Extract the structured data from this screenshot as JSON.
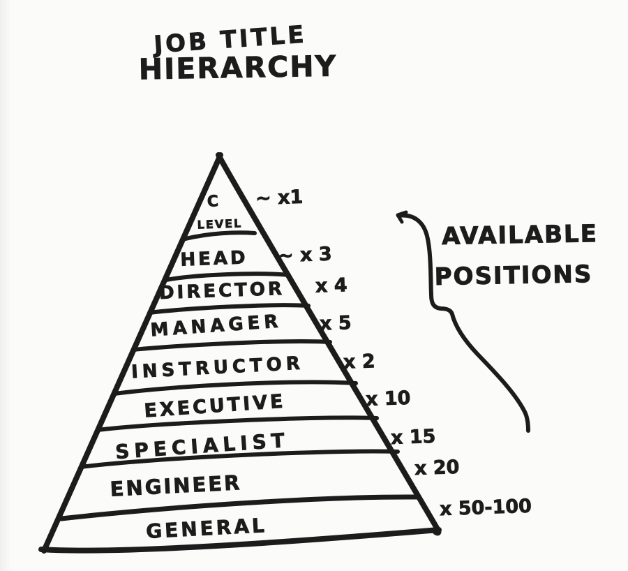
{
  "title": {
    "line1": "JOB TITLE",
    "line2": "HIERARCHY"
  },
  "annotation": {
    "line1": "AVAILABLE",
    "line2": "POSITIONS"
  },
  "pyramid": {
    "top": {
      "line1": "C",
      "line2": "LEVEL"
    },
    "levels": [
      {
        "label": "C LEVEL",
        "count": "~ x1"
      },
      {
        "label": "HEAD",
        "count": "~ x 3"
      },
      {
        "label": "DIRECTOR",
        "count": "x 4"
      },
      {
        "label": "MANAGER",
        "count": "x 5"
      },
      {
        "label": "INSTRUCTOR",
        "count": "x 2"
      },
      {
        "label": "EXECUTIVE",
        "count": "x 10"
      },
      {
        "label": "SPECIALIST",
        "count": "x 15"
      },
      {
        "label": "ENGINEER",
        "count": "x 20"
      },
      {
        "label": "GENERAL",
        "count": "x 50-100"
      }
    ]
  },
  "colors": {
    "ink": "#1c1c1c",
    "background": "#fbfbfa"
  },
  "chart_data": {
    "type": "pyramid",
    "title": "JOB TITLE HIERARCHY",
    "annotation": "AVAILABLE POSITIONS",
    "categories": [
      "C LEVEL",
      "HEAD",
      "DIRECTOR",
      "MANAGER",
      "INSTRUCTOR",
      "EXECUTIVE",
      "SPECIALIST",
      "ENGINEER",
      "GENERAL"
    ],
    "available_positions": [
      "~1",
      "~3",
      "4",
      "5",
      "2",
      "10",
      "15",
      "20",
      "50-100"
    ]
  }
}
